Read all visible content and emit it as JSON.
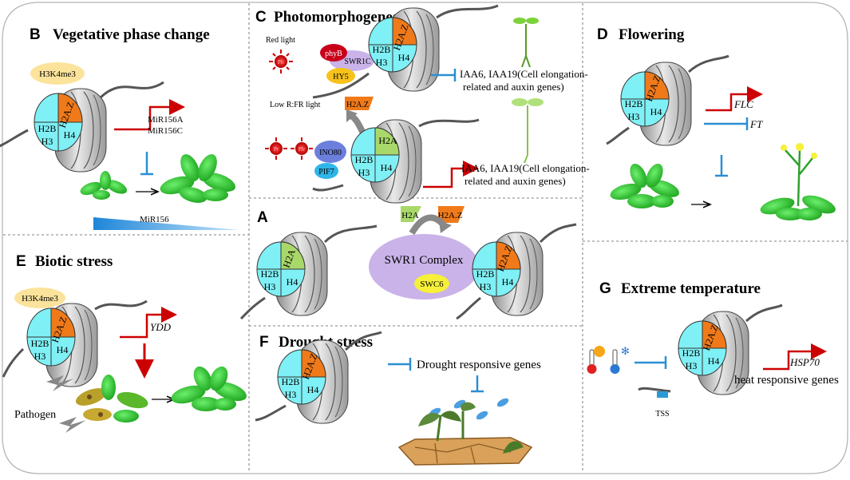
{
  "panels": {
    "B": {
      "letter": "B",
      "title": "Vegetative phase change",
      "mark": "H3K4me3",
      "gene1": "MiR156A",
      "gene2": "MiR156C",
      "gradient": "MiR156"
    },
    "C": {
      "letter": "C",
      "title": "Photomorphogenesis",
      "red_light": "Red light",
      "low_rfr": "Low R:FR light",
      "phyB": "phyB",
      "swr1c": "SWR1C",
      "hy5": "HY5",
      "ino80": "INO80",
      "pif7": "PIF7",
      "h2az": "H2A.Z",
      "target_line1": "IAA6, IAA19(Cell elongation-",
      "target_line2": "related  and auxin  genes)",
      "target2_line1": "IAA6, IAA19(Cell elongation-",
      "target2_line2": "related  and auxin  genes)",
      "pfr": "Pfr",
      "pr": "Pr"
    },
    "D": {
      "letter": "D",
      "title": "Flowering",
      "gene1": "FLC",
      "gene2": "FT"
    },
    "A": {
      "letter": "A",
      "h2a": "H2A",
      "h2az": "H2A.Z",
      "complex": "SWR1 Complex",
      "swc6": "SWC6"
    },
    "E": {
      "letter": "E",
      "title": "Biotic stress",
      "mark": "H3K4me3",
      "gene": "YDD",
      "pathogen": "Pathogen"
    },
    "F": {
      "letter": "F",
      "title": "Drought stress",
      "genes": "Drought responsive  genes"
    },
    "G": {
      "letter": "G",
      "title": "Extreme temperature",
      "gene": "HSP70",
      "genes": "heat responsive genes",
      "tss": "TSS"
    }
  },
  "histones": {
    "h2b": "H2B",
    "h2a": "H2A",
    "h2az": "H2A.Z",
    "h3": "H3",
    "h4": "H4"
  },
  "colors": {
    "red_arrow": "#cc0000",
    "blue_inhibit": "#2a8fd4",
    "cyan": "#7ff0f5",
    "orange": "#f07a1a",
    "lightgreen": "#a8d86a",
    "leaf": "#2fc82f",
    "purple": "#c9b3e8"
  }
}
